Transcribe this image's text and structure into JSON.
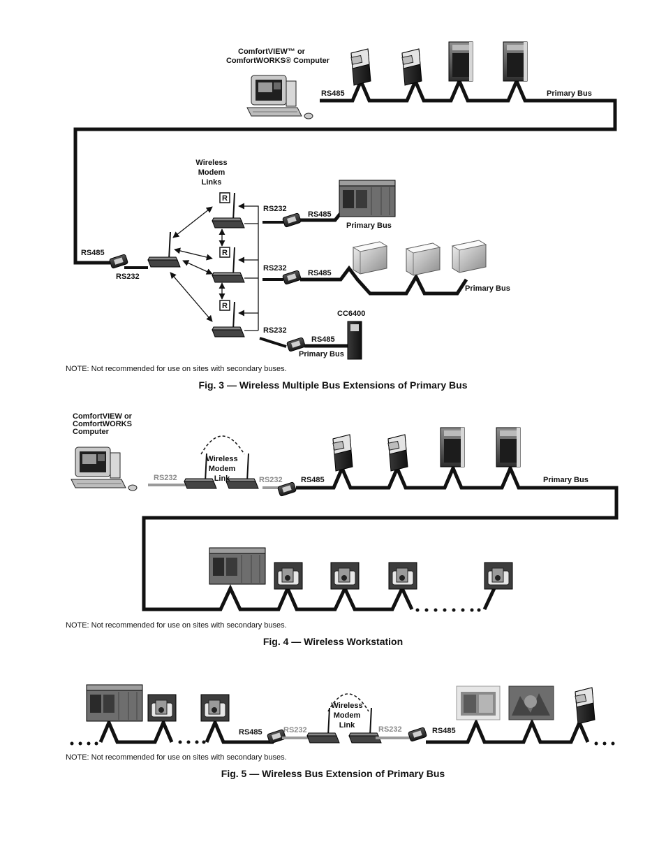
{
  "fig3": {
    "computer_label_1": "ComfortVIEW™ or",
    "computer_label_2": "ComfortWORKS® Computer",
    "rs485_top": "RS485",
    "primary_bus_top": "Primary Bus",
    "wireless_label_1": "Wireless",
    "wireless_label_2": "Modem",
    "wireless_label_3": "Links",
    "rs485_left": "RS485",
    "rs232_left": "RS232",
    "repeater": "R",
    "rs232_a": "RS232",
    "rs485_a": "RS485",
    "primary_bus_a": "Primary Bus",
    "rs232_b": "RS232",
    "rs485_b": "RS485",
    "primary_bus_b": "Primary Bus",
    "cc_label": "CC6400",
    "rs232_c": "RS232",
    "rs485_c": "RS485",
    "primary_bus_c": "Primary Bus",
    "note": "NOTE: Not recommended for use on sites with secondary buses.",
    "caption": "Fig. 3 — Wireless Multiple Bus Extensions of Primary Bus"
  },
  "fig4": {
    "computer_label_1": "ComfortVIEW or",
    "computer_label_2": "ComfortWORKS",
    "computer_label_3": "Computer",
    "rs232_left": "RS232",
    "wireless_1": "Wireless",
    "wireless_2": "Modem",
    "wireless_3": "Link",
    "rs232_right": "RS232",
    "rs485": "RS485",
    "primary_bus": "Primary Bus",
    "note": "NOTE: Not recommended for use on sites with secondary buses.",
    "caption": "Fig. 4 — Wireless Workstation"
  },
  "fig5": {
    "rs485_left": "RS485",
    "rs232_left": "RS232",
    "wireless_1": "Wireless",
    "wireless_2": "Modem",
    "wireless_3": "Link",
    "rs232_right": "RS232",
    "rs485_right": "RS485",
    "note": "NOTE: Not recommended for use on sites with secondary buses.",
    "caption": "Fig. 5 — Wireless Bus Extension of Primary Bus"
  }
}
